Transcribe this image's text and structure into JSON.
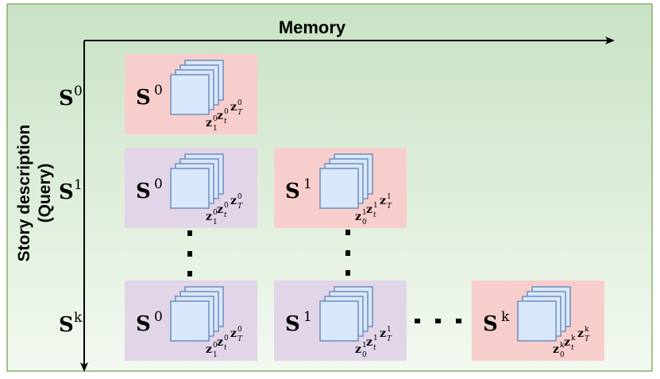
{
  "axes": {
    "x_label": "Memory",
    "y_label_line1": "Story description",
    "y_label_line2": "(Query)"
  },
  "rows": [
    {
      "label": {
        "base": "S",
        "sup": "0"
      },
      "cells": [
        {
          "base": "S",
          "sup": "0",
          "z_first_sup": "0",
          "z_first_sub": "1",
          "z_mid_sup": "0",
          "z_last_sup": "0",
          "highlight": "red"
        }
      ]
    },
    {
      "label": {
        "base": "S",
        "sup": "1"
      },
      "cells": [
        {
          "base": "S",
          "sup": "0",
          "z_first_sup": "0",
          "z_first_sub": "1",
          "z_mid_sup": "0",
          "z_last_sup": "0",
          "highlight": "purple"
        },
        {
          "base": "S",
          "sup": "1",
          "z_first_sup": "1",
          "z_first_sub": "0",
          "z_mid_sup": "1",
          "z_last_sup": "1",
          "highlight": "red"
        }
      ]
    },
    {
      "label": {
        "base": "S",
        "sup": "k"
      },
      "cells": [
        {
          "base": "S",
          "sup": "0",
          "z_first_sup": "0",
          "z_first_sub": "1",
          "z_mid_sup": "0",
          "z_last_sup": "0",
          "highlight": "purple"
        },
        {
          "base": "S",
          "sup": "1",
          "z_first_sup": "1",
          "z_first_sub": "0",
          "z_mid_sup": "1",
          "z_last_sup": "1",
          "highlight": "purple"
        },
        {
          "base": "S",
          "sup": "k",
          "z_first_sup": "k",
          "z_first_sub": "0",
          "z_mid_sup": "k",
          "z_last_sup": "k",
          "highlight": "red"
        }
      ]
    }
  ],
  "z_symbol": "z",
  "z_mid_sub": "t",
  "z_last_sub": "T",
  "colors": {
    "background_top": "#c9e2c4",
    "background_bottom": "#f3f9f1",
    "border": "#82b366",
    "cell_red": "#f8cecc",
    "cell_purple": "#e1d5e7",
    "frame_fill": "#dae8fc",
    "frame_stroke": "#6c8ebf",
    "axis": "#000000"
  }
}
